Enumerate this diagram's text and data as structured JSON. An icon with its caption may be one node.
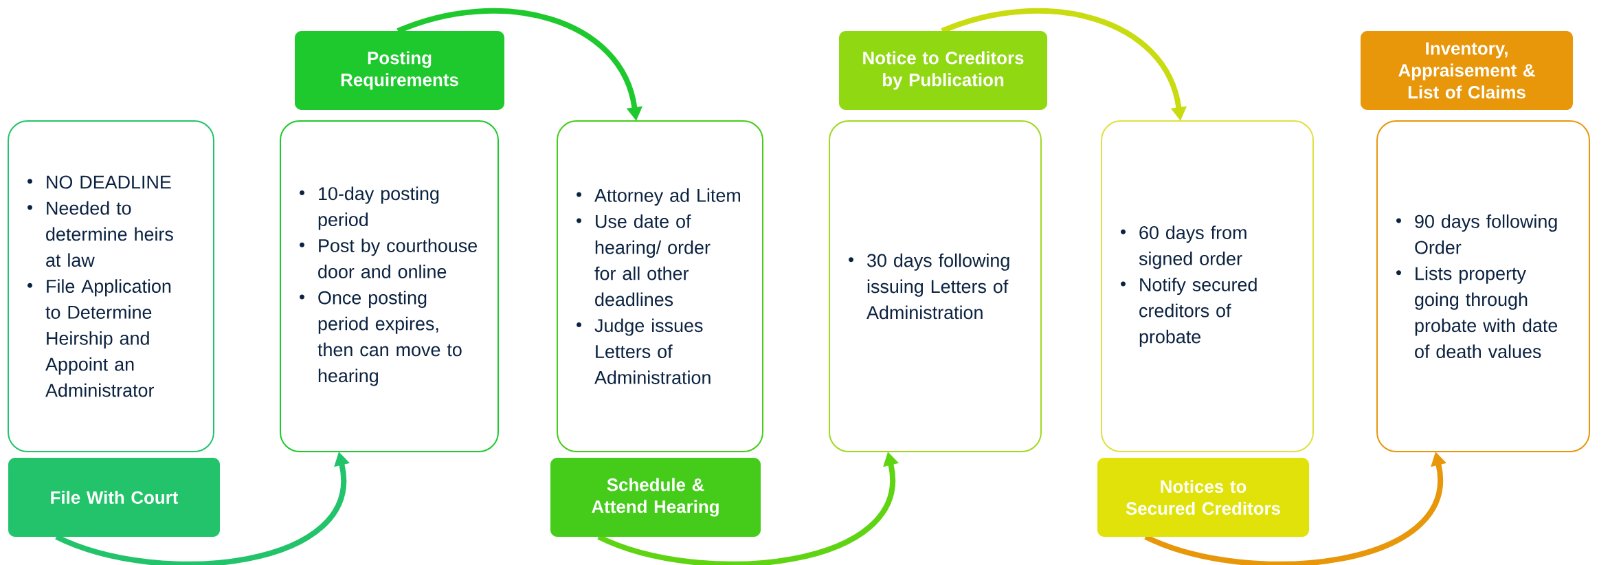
{
  "diagram": {
    "nodes": [
      {
        "text": [
          "File With Court"
        ]
      },
      {
        "text": [
          "NO DEADLINE",
          "Needed to determine heirs at law",
          "File Application to Determine Heirship and Appoint an Administrator"
        ]
      },
      {
        "text": [
          "Posting Requirements"
        ]
      },
      {
        "text": [
          "10-day posting period",
          "Post by courthouse door and online",
          "Once posting period expires, then can move to hearing"
        ]
      },
      {
        "text": [
          "Schedule & Attend Hearing"
        ]
      },
      {
        "text": [
          "Attorney ad Litem",
          "Use date of hearing/ order for all other deadlines",
          "Judge issues Letters of Administration"
        ]
      },
      {
        "text": [
          "Notice to Creditors by Publication"
        ]
      },
      {
        "text": [
          "30 days following issuing Letters of Administration"
        ]
      },
      {
        "text": [
          "Notices to Secured Creditors"
        ]
      },
      {
        "text": [
          "60 days from signed order",
          "Notify secured creditors of probate"
        ]
      },
      {
        "text": [
          "Inventory, Appraisement & List of Claims"
        ]
      },
      {
        "text": [
          "90 days following Order",
          "Lists property going through probate with date of death values"
        ]
      }
    ],
    "edges": [
      {
        "from": 0,
        "to": 3,
        "arrow": "to",
        "color": "#22c36b"
      },
      {
        "from": 2,
        "to": 5,
        "arrow": "to",
        "color": "#1ec92e"
      },
      {
        "from": 4,
        "to": 7,
        "arrow": "to",
        "color": "#5fd412"
      },
      {
        "from": 6,
        "to": 9,
        "arrow": "to",
        "color": "#c8dc10"
      },
      {
        "from": 8,
        "to": 11,
        "arrow": "to",
        "color": "#e8960a"
      }
    ]
  }
}
